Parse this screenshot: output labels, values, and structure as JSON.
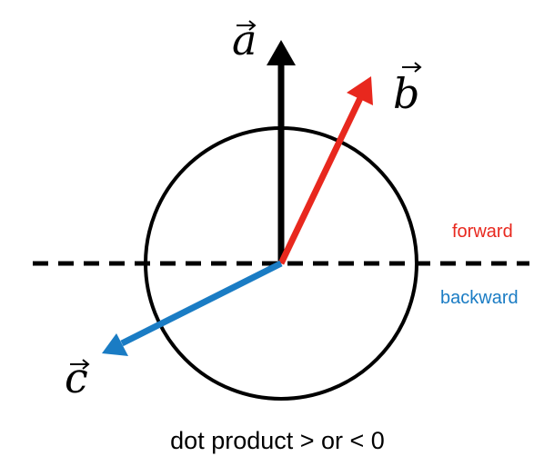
{
  "vectors": {
    "a": {
      "label": "a",
      "color": "#000000"
    },
    "b": {
      "label": "b",
      "color": "#e8281e"
    },
    "c": {
      "label": "c",
      "color": "#1a7cc4"
    }
  },
  "regions": {
    "forward": {
      "label": "forward",
      "color": "#e8281e"
    },
    "backward": {
      "label": "backward",
      "color": "#1a7cc4"
    }
  },
  "caption": "dot product > or < 0"
}
